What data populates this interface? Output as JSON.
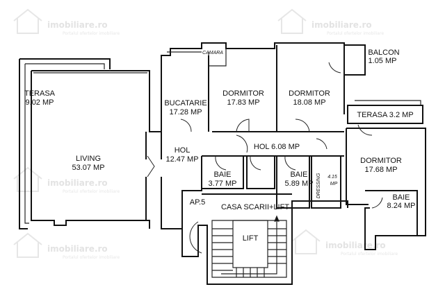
{
  "watermark": {
    "brand": "imobiliare.ro",
    "tagline": "Portalul ofertelor imobiliare"
  },
  "rooms": {
    "terasa_left": {
      "name": "TERASA",
      "area": "9.02 MP"
    },
    "living": {
      "name": "LIVING",
      "area": "53.07 MP"
    },
    "bucatarie": {
      "name": "BUCATARIE",
      "area": "17.28 MP"
    },
    "camara": {
      "name": "CAMARA"
    },
    "dormitor1": {
      "name": "DORMITOR",
      "area": "17.83 MP"
    },
    "dormitor2": {
      "name": "DORMITOR",
      "area": "18.08 MP"
    },
    "balcon": {
      "name": "BALCON",
      "area": "1.05 MP"
    },
    "terasa_right": {
      "name": "TERASA 3.2 MP"
    },
    "hol_small": {
      "name": "HOL 6.08 MP"
    },
    "hol_big": {
      "name": "HOL",
      "area": "12.47 MP"
    },
    "baie1": {
      "name": "BAIE",
      "area": "3.77 MP"
    },
    "baie2": {
      "name": "BAIE",
      "area": "5.89 MP"
    },
    "dressing": {
      "name": "DRESSING",
      "area_num": "4.15",
      "area_unit": "MP"
    },
    "dormitor3": {
      "name": "DORMITOR",
      "area": "17.68 MP"
    },
    "baie3": {
      "name": "BAIE",
      "area": "8.24 MP"
    },
    "ap": {
      "name": "AP.5"
    },
    "casa_scarii": {
      "name": "CASA SCARII+LIFT"
    },
    "lift": {
      "name": "LIFT"
    }
  }
}
